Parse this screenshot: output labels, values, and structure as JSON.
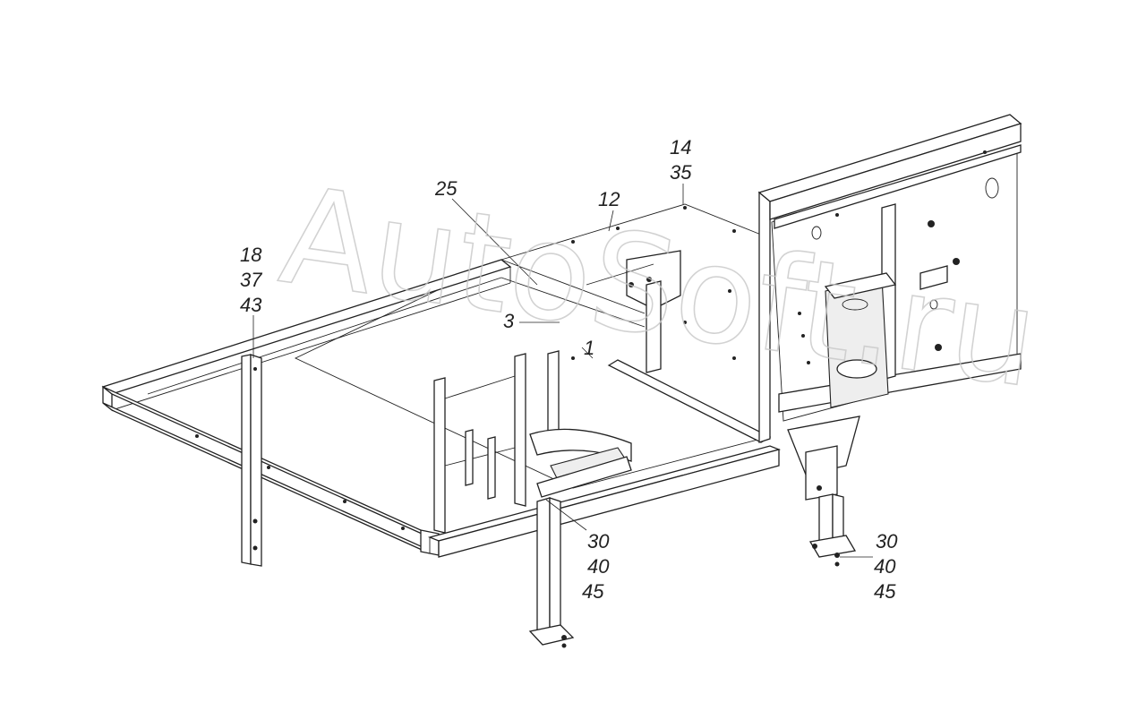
{
  "watermark": "AutoSoft.ru",
  "callouts": {
    "c_14": "14",
    "c_35": "35",
    "c_25": "25",
    "c_12": "12",
    "c_18": "18",
    "c_37": "37",
    "c_43": "43",
    "c_3": "3",
    "c_1": "1",
    "c_30a": "30",
    "c_40a": "40",
    "c_45a": "45",
    "c_30b": "30",
    "c_40b": "40",
    "c_45b": "45"
  }
}
